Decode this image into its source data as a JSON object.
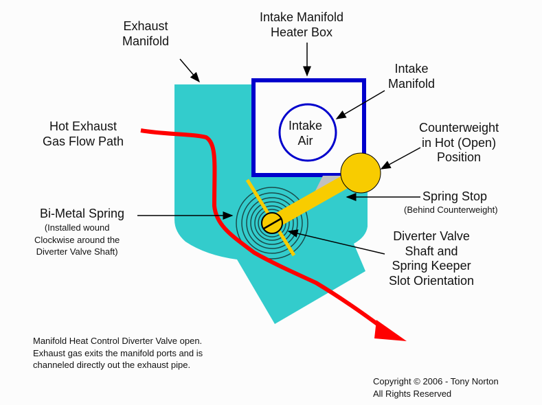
{
  "labels": {
    "exhaust_manifold": [
      "Exhaust",
      "Manifold"
    ],
    "heater_box": [
      "Intake Manifold",
      "Heater Box"
    ],
    "intake_manifold": [
      "Intake",
      "Manifold"
    ],
    "intake_air": [
      "Intake",
      "Air"
    ],
    "counterweight": [
      "Counterweight",
      "in Hot (Open)",
      "Position"
    ],
    "hot_exhaust": [
      "Hot Exhaust",
      "Gas Flow Path"
    ],
    "spring_stop": "Spring Stop",
    "spring_stop_note": "(Behind Counterweight)",
    "bimetal": "Bi-Metal Spring",
    "bimetal_note": [
      "(Installed wound",
      "Clockwise around the",
      "Diverter Valve Shaft)"
    ],
    "diverter": [
      "Diverter Valve",
      "Shaft and",
      "Spring Keeper",
      "Slot Orientation"
    ]
  },
  "caption": [
    "Manifold Heat Control Diverter Valve open.",
    "Exhaust gas exits the manifold ports and is",
    "channeled directly out the exhaust pipe."
  ],
  "copyright": [
    "Copyright © 2006 - Tony Norton",
    "All Rights Reserved"
  ],
  "colors": {
    "manifold": "#33cccc",
    "box": "#0000cc",
    "flow": "#ff0000",
    "valve": "#f8cc00",
    "stop": "#c0c0c0"
  }
}
